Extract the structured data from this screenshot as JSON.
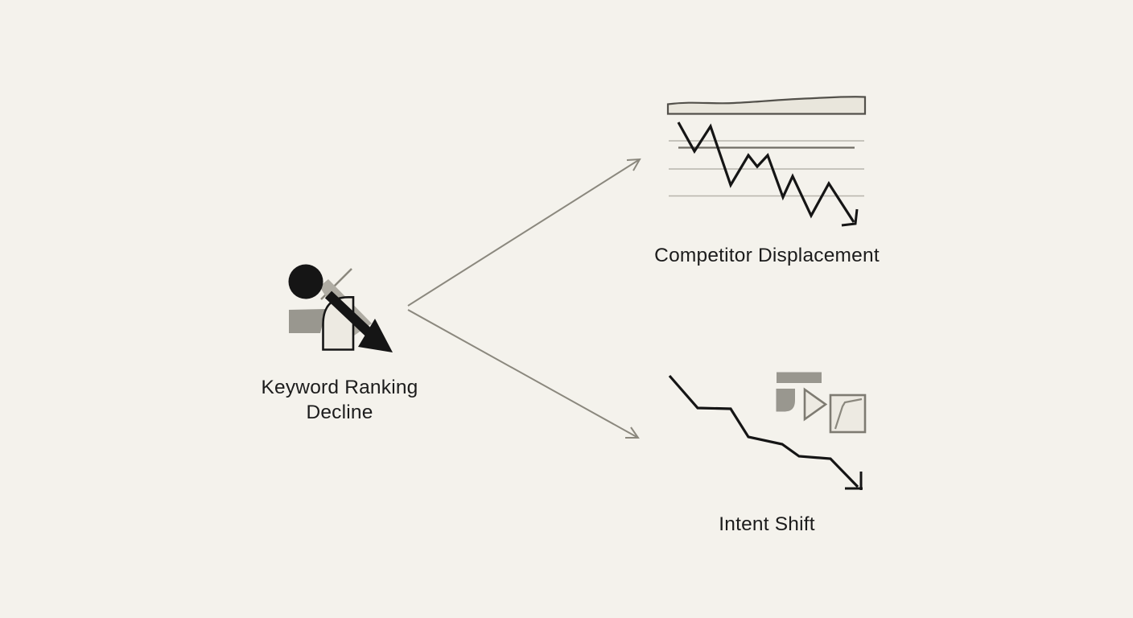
{
  "diagram": {
    "root_node": {
      "label_line1": "Keyword Ranking",
      "label_line2": "Decline",
      "icon": "keyword-ranking-decline-icon"
    },
    "branches": [
      {
        "id": "competitor-displacement",
        "label": "Competitor Displacement",
        "icon": "declining-zigzag-chart-with-serp-bar-icon"
      },
      {
        "id": "intent-shift",
        "label": "Intent Shift",
        "icon": "stair-step-decline-with-content-blocks-icon"
      }
    ]
  },
  "colors": {
    "bg": "#f4f2ec",
    "ink": "#151515",
    "text": "#1c1c1c",
    "connector": "#8b887e",
    "grid_light": "#b7b4ab",
    "grid_dark": "#6f6c64",
    "panel_fill": "#e9e6dc",
    "panel_stroke": "#53514b",
    "gray_shape": "#99978f",
    "wedge": "#afaca3",
    "cream_fill": "#edeae2",
    "shape_outline": "#7e7b72"
  }
}
